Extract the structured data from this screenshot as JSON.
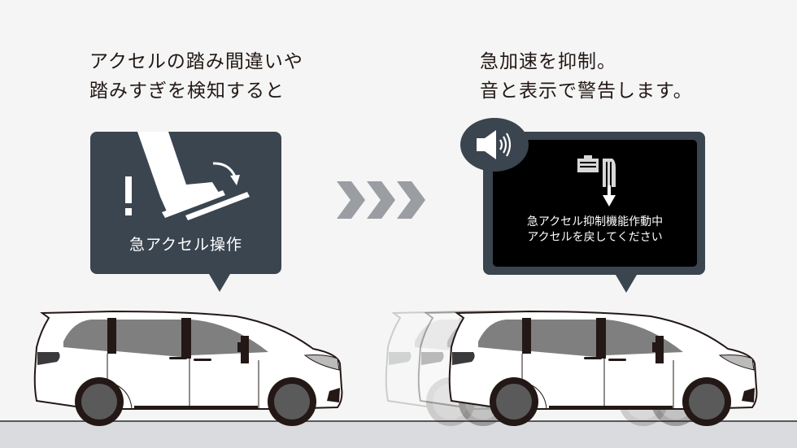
{
  "left_panel": {
    "heading_lines": [
      "アクセルの踏み間違いや",
      "踏みすぎを検知すると"
    ],
    "bubble_caption": "急アクセル操作",
    "icons": [
      "exclamation-icon",
      "foot-on-pedal-icon",
      "curved-arrow-icon"
    ]
  },
  "transition": {
    "icon": "triple-chevron-right-icon",
    "color": "#9a9da2"
  },
  "right_panel": {
    "heading_lines": [
      "急加速を抑制。",
      "音と表示で警告します。"
    ],
    "display_message_lines": [
      "急アクセル抑制機能作動中",
      "アクセルを戻してください"
    ],
    "icons": [
      "speaker-icon",
      "accelerator-release-icon"
    ]
  },
  "scene": {
    "left_car": "minivan-side-view",
    "right_car": "minivan-side-view-with-motion-ghosts"
  },
  "colors": {
    "background": "#f4f5f4",
    "bubble": "#3b4550",
    "screen": "#000000",
    "ground": "#d9dbde",
    "ground_line": "#58575a",
    "window": "#7f7f80",
    "tire": "#231815",
    "wheel": "#5a5a5b"
  }
}
